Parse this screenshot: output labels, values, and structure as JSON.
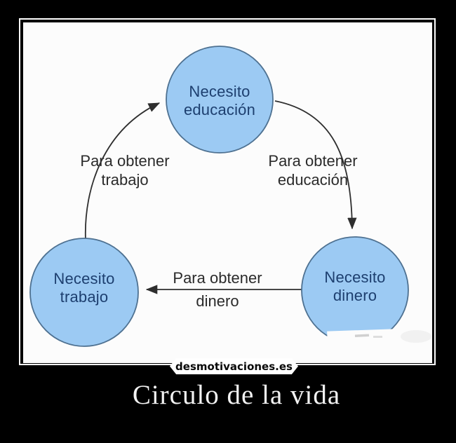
{
  "watermark": {
    "label": "desmotivaciones.es"
  },
  "caption": {
    "title": "Circulo de la vida"
  },
  "diagram": {
    "type": "cycle",
    "nodes": [
      {
        "id": "educacion",
        "line1": "Necesito",
        "line2": "educación"
      },
      {
        "id": "trabajo",
        "line1": "Necesito",
        "line2": "trabajo"
      },
      {
        "id": "dinero",
        "line1": "Necesito",
        "line2": "dinero"
      }
    ],
    "edges": [
      {
        "id": "left",
        "from": "trabajo",
        "to": "educacion",
        "label1": "Para obtener",
        "label2": "trabajo"
      },
      {
        "id": "right",
        "from": "educacion",
        "to": "dinero",
        "label1": "Para obtener",
        "label2": "educación"
      },
      {
        "id": "bottom",
        "from": "dinero",
        "to": "trabajo",
        "label1": "Para obtener",
        "label2": "dinero"
      }
    ],
    "colors": {
      "node_fill": "#9ccaf3",
      "node_border": "#4e7191",
      "node_text": "#1d3f6f",
      "edge_line": "#2e2e2e",
      "edge_label_text": "#2b2b2b",
      "photo_background": "#fcfcfc",
      "poster_background": "#000000",
      "frame": "#ffffff"
    }
  }
}
